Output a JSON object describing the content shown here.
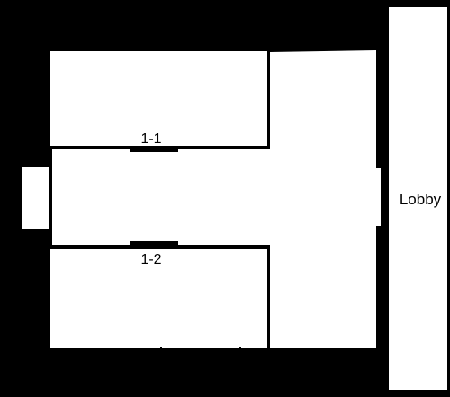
{
  "floorplan": {
    "rooms": [
      {
        "id": "1-1",
        "label": "1-1"
      },
      {
        "id": "1-2",
        "label": "1-2"
      }
    ],
    "lobby": {
      "label": "Lobby"
    },
    "colors": {
      "wall": "#000000",
      "floor": "#ffffff",
      "door": "#000000"
    }
  }
}
